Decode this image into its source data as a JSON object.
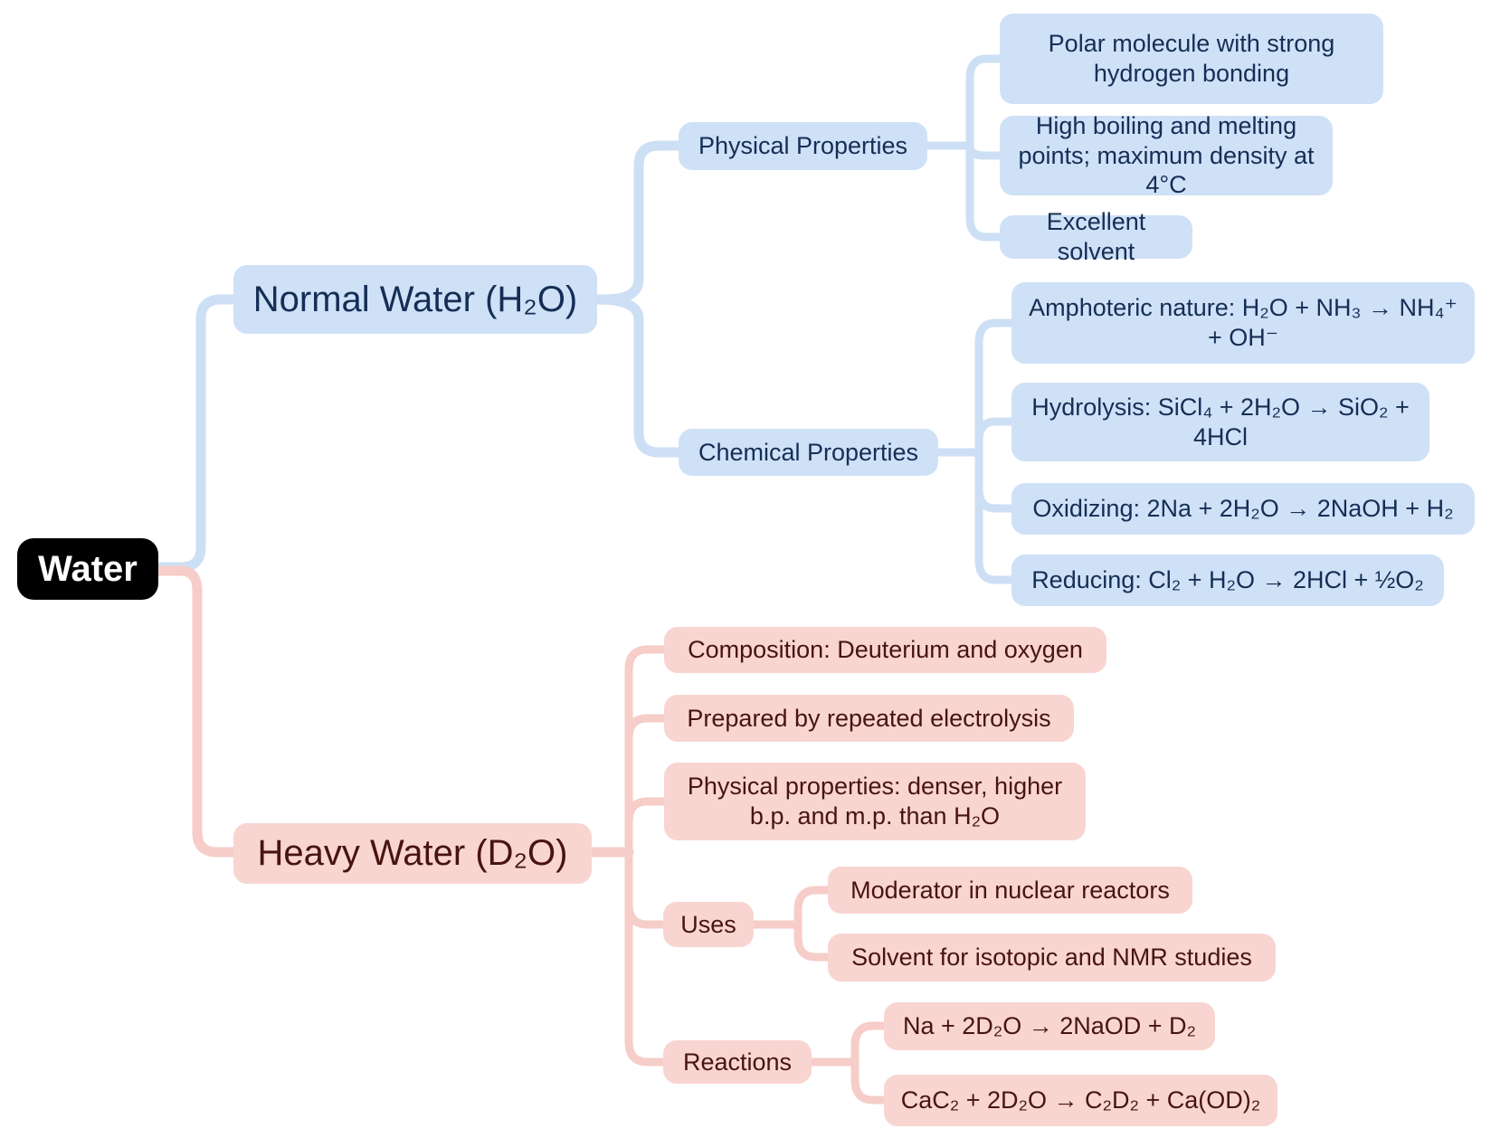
{
  "root": {
    "label": "Water"
  },
  "branches": {
    "normal": {
      "label": "Normal Water (H₂O)",
      "physical": {
        "label": "Physical Properties",
        "items": [
          "Polar molecule with strong hydrogen bonding",
          "High boiling and melting points; maximum density at 4°C",
          "Excellent solvent"
        ]
      },
      "chemical": {
        "label": "Chemical Properties",
        "items": [
          "Amphoteric nature: H₂O + NH₃ → NH₄⁺ + OH⁻",
          "Hydrolysis: SiCl₄ + 2H₂O → SiO₂ + 4HCl",
          "Oxidizing: 2Na + 2H₂O → 2NaOH + H₂",
          "Reducing: Cl₂ + H₂O → 2HCl + ½O₂"
        ]
      }
    },
    "heavy": {
      "label": "Heavy Water (D₂O)",
      "items": [
        "Composition: Deuterium and oxygen",
        "Prepared by repeated electrolysis",
        "Physical properties: denser, higher b.p. and m.p. than H₂O"
      ],
      "uses": {
        "label": "Uses",
        "items": [
          "Moderator in nuclear reactors",
          "Solvent for isotopic and NMR studies"
        ]
      },
      "reactions": {
        "label": "Reactions",
        "items": [
          "Na + 2D₂O → 2NaOD + D₂",
          "CaC₂ + 2D₂O → C₂D₂ + Ca(OD)₂"
        ]
      }
    }
  },
  "colors": {
    "root_bg": "#000000",
    "root_text": "#ffffff",
    "blue_fill": "#cfe1f7",
    "blue_line": "#cddff4",
    "blue_text": "#152e55",
    "pink_fill": "#f8d5d1",
    "pink_line": "#f6cdc8",
    "pink_text": "#481410"
  }
}
